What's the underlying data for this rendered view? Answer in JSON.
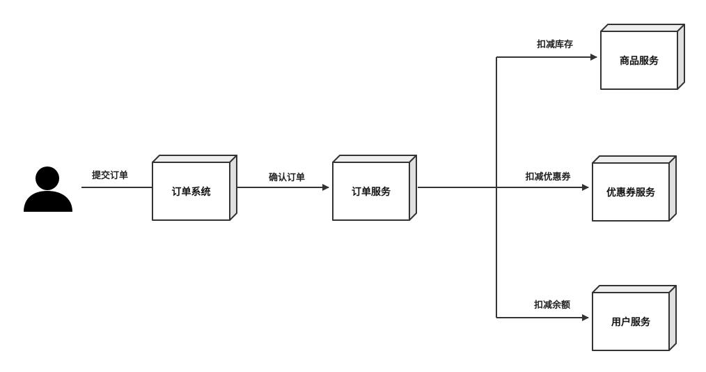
{
  "colors": {
    "line": "#333333",
    "box_front": "#ffffff",
    "box_side": "#e0e0e0",
    "box_top": "#eeeeee",
    "user_icon": "#000000"
  },
  "icons": {
    "user": "user-silhouette-icon"
  },
  "nodes": {
    "order_system": "订单系统",
    "order_service": "订单服务",
    "product_service": "商品服务",
    "coupon_service": "优惠券服务",
    "user_service": "用户服务"
  },
  "edges": {
    "submit_order": "提交订单",
    "confirm_order": "确认订单",
    "deduct_stock": "扣减库存",
    "deduct_coupon": "扣减优惠券",
    "deduct_balance": "扣减余额"
  }
}
